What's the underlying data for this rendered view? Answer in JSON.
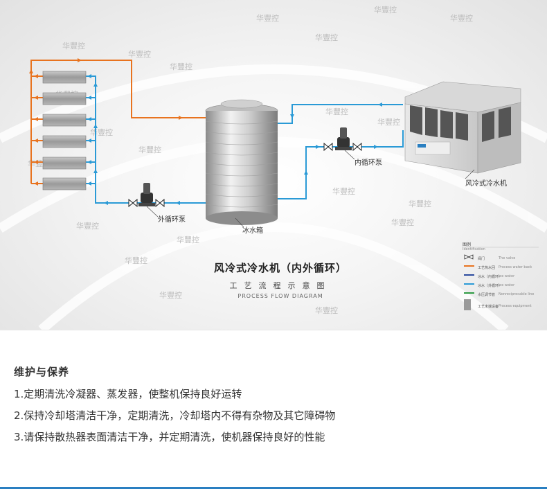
{
  "diagram": {
    "watermark": "华豐控",
    "labels": {
      "outer_pump": "外循环泵",
      "inner_pump": "内循环泵",
      "tank": "冰水箱",
      "chiller": "风冷式冷水机"
    },
    "title": "风冷式冷水机（内外循环）",
    "subtitle": "工艺流程示意图",
    "subtitle_en": "PROCESS FLOW DIAGRAM",
    "colors": {
      "process_line": "#e8731f",
      "ice_water_in": "#2b4a9e",
      "ice_water_out": "#2a9ad6",
      "regulating": "#2e9b43"
    },
    "legend": {
      "title": "图例",
      "title_en": "Identification",
      "items": [
        {
          "zh": "阀门",
          "en": "The valve",
          "icon": "valve-icon"
        },
        {
          "zh": "工艺热水回",
          "en": "Process water back",
          "icon": "orange-line-icon"
        },
        {
          "zh": "冰水（内循环）",
          "en": "Ice water",
          "icon": "darkblue-line-icon"
        },
        {
          "zh": "冰水（外循环）",
          "en": "Ice water",
          "icon": "blue-line-icon"
        },
        {
          "zh": "水压调节管",
          "en": "Nonreciprocable line",
          "icon": "green-line-icon"
        },
        {
          "zh": "工艺末端设备",
          "en": "Process equipment",
          "icon": "equipment-box-icon"
        }
      ]
    }
  },
  "maintenance": {
    "title": "维护与保养",
    "items": [
      "1.定期清洗冷凝器、蒸发器，使整机保持良好运转",
      "2.保持冷却塔清洁干净，定期清洗，冷却塔内不得有杂物及其它障碍物",
      "3.请保持散热器表面清洁干净，并定期清洗，使机器保持良好的性能"
    ]
  }
}
